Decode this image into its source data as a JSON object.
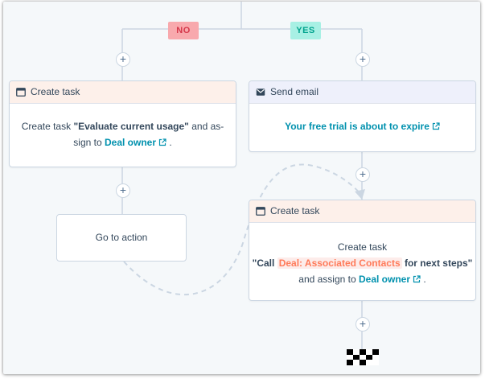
{
  "branches": {
    "no": "NO",
    "yes": "YES"
  },
  "plus": "+",
  "left_task": {
    "header": "Create task",
    "pre": "Create task",
    "task_name": "\"Evaluate current usage\"",
    "mid": "and as-",
    "line2_pre": "sign to",
    "owner": "Deal owner",
    "end": "."
  },
  "email": {
    "header": "Send email",
    "link": "Your free trial is about to expire"
  },
  "goto": {
    "label": "Go to action"
  },
  "right_task": {
    "header": "Create task",
    "line1": "Create task",
    "quote_open": "\"Call",
    "token": "Deal: Associated Contacts",
    "quote_close": "for next steps\"",
    "assign": "and assign to",
    "owner": "Deal owner",
    "end": "."
  },
  "colors": {
    "no_bg": "#f8a9ad",
    "yes_bg": "#a8f0e4",
    "link": "#0091ae",
    "token": "#ff7a59",
    "connector": "#cbd6e2"
  },
  "icons": {
    "task": "task-icon",
    "email": "envelope-icon",
    "external": "external-link-icon",
    "end": "checkered-end-icon"
  }
}
